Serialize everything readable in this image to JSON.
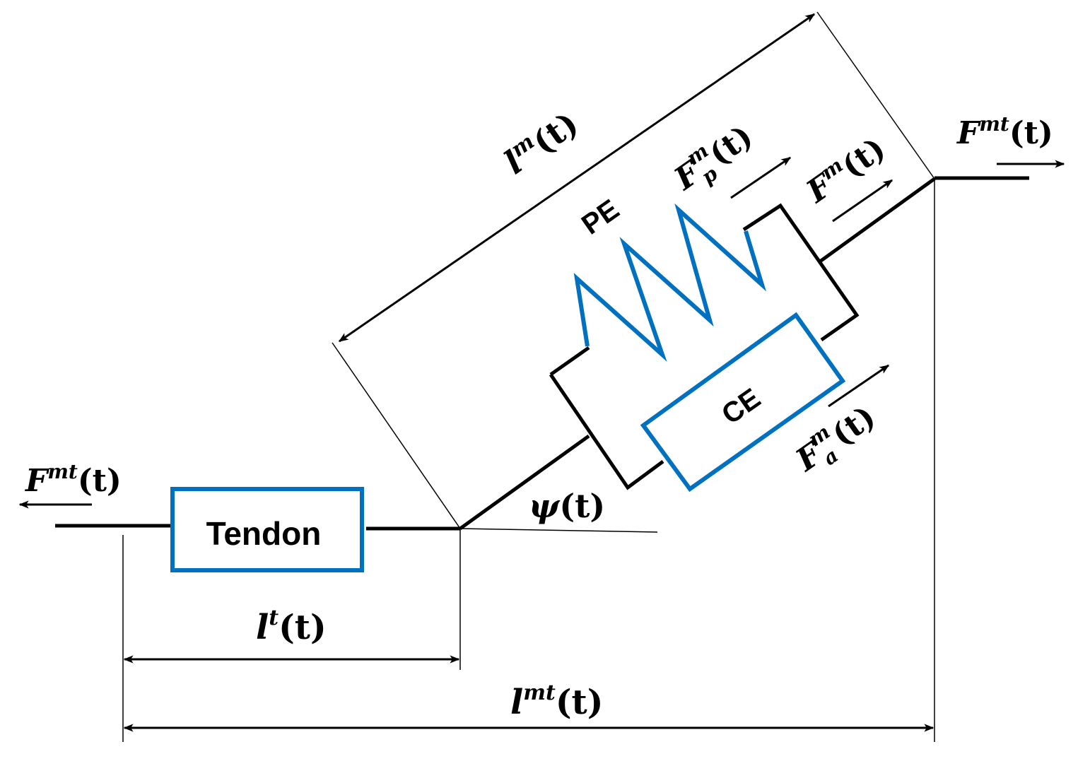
{
  "colors": {
    "line": "#000000",
    "accent": "#0070c0",
    "background": "#ffffff"
  },
  "components": {
    "tendon": "Tendon",
    "parallel_element": "PE",
    "contractile_element": "CE"
  },
  "labels": {
    "force_left": {
      "sym": "F",
      "sup": "mt",
      "sub": "",
      "arg": "(t)"
    },
    "force_right": {
      "sym": "F",
      "sup": "mt",
      "sub": "",
      "arg": "(t)"
    },
    "muscle_length": {
      "sym": "l",
      "sup": "m",
      "sub": "",
      "arg": "(t)"
    },
    "passive_force": {
      "sym": "F",
      "sup": "m",
      "sub": "p",
      "arg": "(t)"
    },
    "muscle_force": {
      "sym": "F",
      "sup": "m",
      "sub": "",
      "arg": "(t)"
    },
    "active_force": {
      "sym": "F",
      "sup": "m",
      "sub": "a",
      "arg": "(t)"
    },
    "pennation_angle": {
      "sym": "ψ",
      "sup": "",
      "sub": "",
      "arg": "(t)"
    },
    "tendon_length": {
      "sym": "l",
      "sup": "t",
      "sub": "",
      "arg": "(t)"
    },
    "musculotendon_length": {
      "sym": "l",
      "sup": "mt",
      "sub": "",
      "arg": "(t)"
    }
  }
}
